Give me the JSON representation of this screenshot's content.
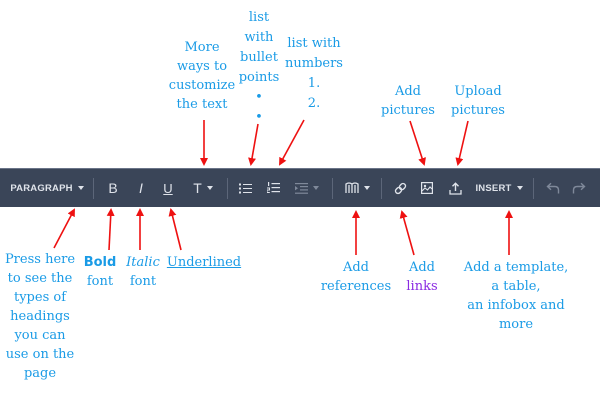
{
  "toolbar": {
    "paragraph_label": "PARAGRAPH",
    "bold_label": "B",
    "italic_label": "I",
    "underline_label": "U",
    "text_style_label": "T",
    "insert_label": "INSERT",
    "icons": [
      "chevron-down-icon",
      "bulleted-list-icon",
      "numbered-list-icon",
      "indent-icon",
      "book-icon",
      "link-icon",
      "image-icon",
      "upload-icon",
      "undo-icon",
      "redo-icon"
    ]
  },
  "annotations": {
    "more_ways": [
      "More",
      "ways to",
      "customize",
      "the text"
    ],
    "bullets": [
      "list",
      "with",
      "bullet",
      "points",
      "•",
      "•"
    ],
    "numbers": [
      "list with",
      "numbers",
      "1.",
      "2."
    ],
    "add_pictures": [
      "Add",
      "pictures"
    ],
    "upload_pictures": [
      "Upload",
      "pictures"
    ],
    "paragraph": [
      "Press here",
      "to see the",
      "types of",
      "headings",
      "you can",
      "use on the",
      "page"
    ],
    "bold": {
      "word": "Bold",
      "rest": "font"
    },
    "italic": {
      "word": "Italic",
      "rest": "font"
    },
    "underlined": "Underlined",
    "references": [
      "Add",
      "references"
    ],
    "links": {
      "line1": "Add",
      "line2": "links"
    },
    "insert": [
      "Add a template,",
      "a table,",
      "an infobox and",
      "more"
    ]
  },
  "colors": {
    "annotation_text": "#1a9be6",
    "link_word": "#8a2be2",
    "arrow": "#ee1111",
    "toolbar_bg": "#3a4558"
  }
}
